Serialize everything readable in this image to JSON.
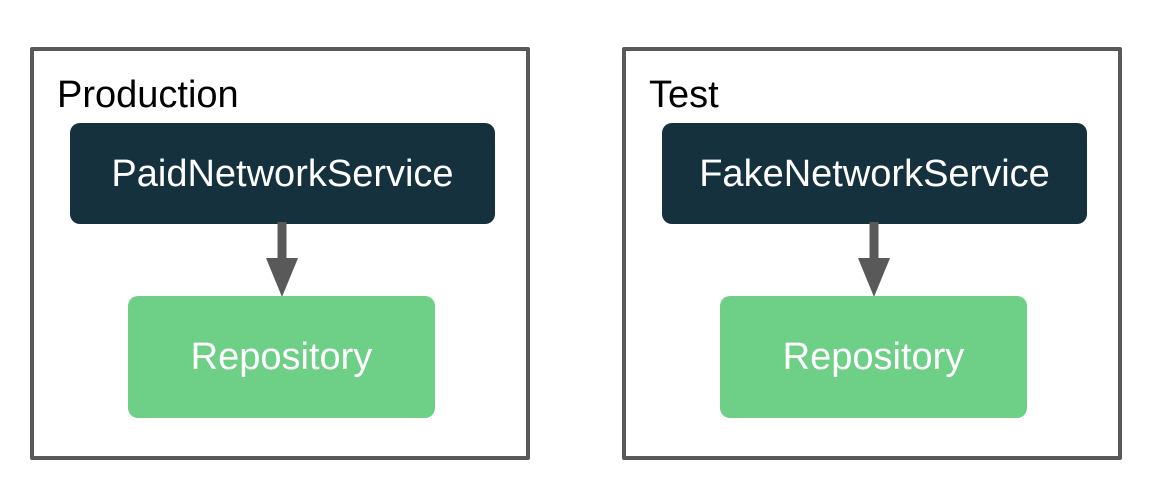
{
  "diagram": {
    "panels": [
      {
        "name": "production",
        "label": "Production",
        "service_label": "PaidNetworkService",
        "repository_label": "Repository",
        "arrow": "service-to-repository"
      },
      {
        "name": "test",
        "label": "Test",
        "service_label": "FakeNetworkService",
        "repository_label": "Repository",
        "arrow": "service-to-repository"
      }
    ],
    "colors": {
      "panel_border": "#595959",
      "service_fill": "#16313E",
      "repository_fill": "#6ECF86",
      "arrow": "#595959",
      "service_text": "#ffffff",
      "repository_text": "#ffffff",
      "label_text": "#000000",
      "background": "#ffffff"
    }
  }
}
